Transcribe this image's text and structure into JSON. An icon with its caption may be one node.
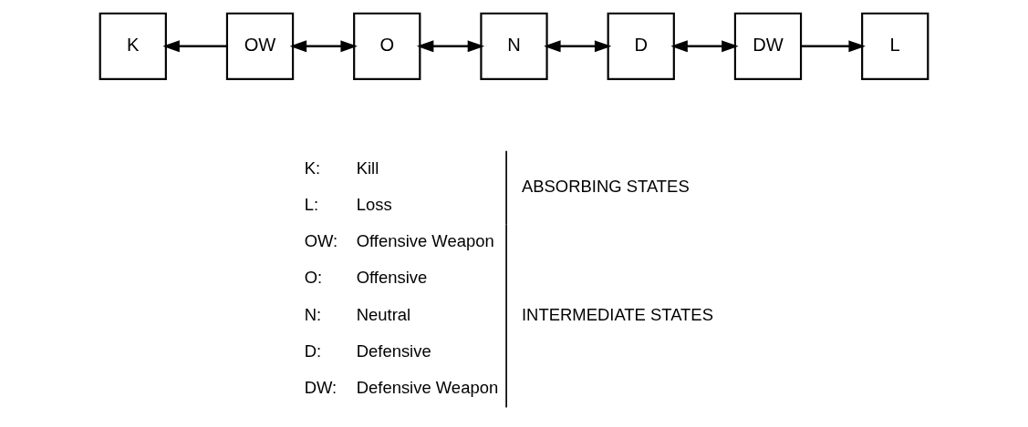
{
  "diagram": {
    "nodes": [
      {
        "text": [
          "K"
        ]
      },
      {
        "text": [
          "OW"
        ]
      },
      {
        "text": [
          "O"
        ]
      },
      {
        "text": [
          "N"
        ]
      },
      {
        "text": [
          "D"
        ]
      },
      {
        "text": [
          "DW"
        ]
      },
      {
        "text": [
          "L"
        ]
      }
    ],
    "edges": [
      {
        "from": 1,
        "to": 0,
        "arrow": "to"
      },
      {
        "from": 1,
        "to": 2,
        "arrow": "both"
      },
      {
        "from": 2,
        "to": 3,
        "arrow": "both"
      },
      {
        "from": 3,
        "to": 4,
        "arrow": "both"
      },
      {
        "from": 4,
        "to": 5,
        "arrow": "both"
      },
      {
        "from": 5,
        "to": 6,
        "arrow": "to"
      }
    ],
    "labels": [
      "K:",
      "Kill",
      "ABSORBING STATES",
      "L:",
      "Loss",
      "OW:",
      "Offensive Weapon",
      "O:",
      "Offensive",
      "N:",
      "Neutral",
      "INTERMEDIATE STATES",
      "D:",
      "Defensive",
      "DW:",
      "Defensive Weapon"
    ]
  }
}
